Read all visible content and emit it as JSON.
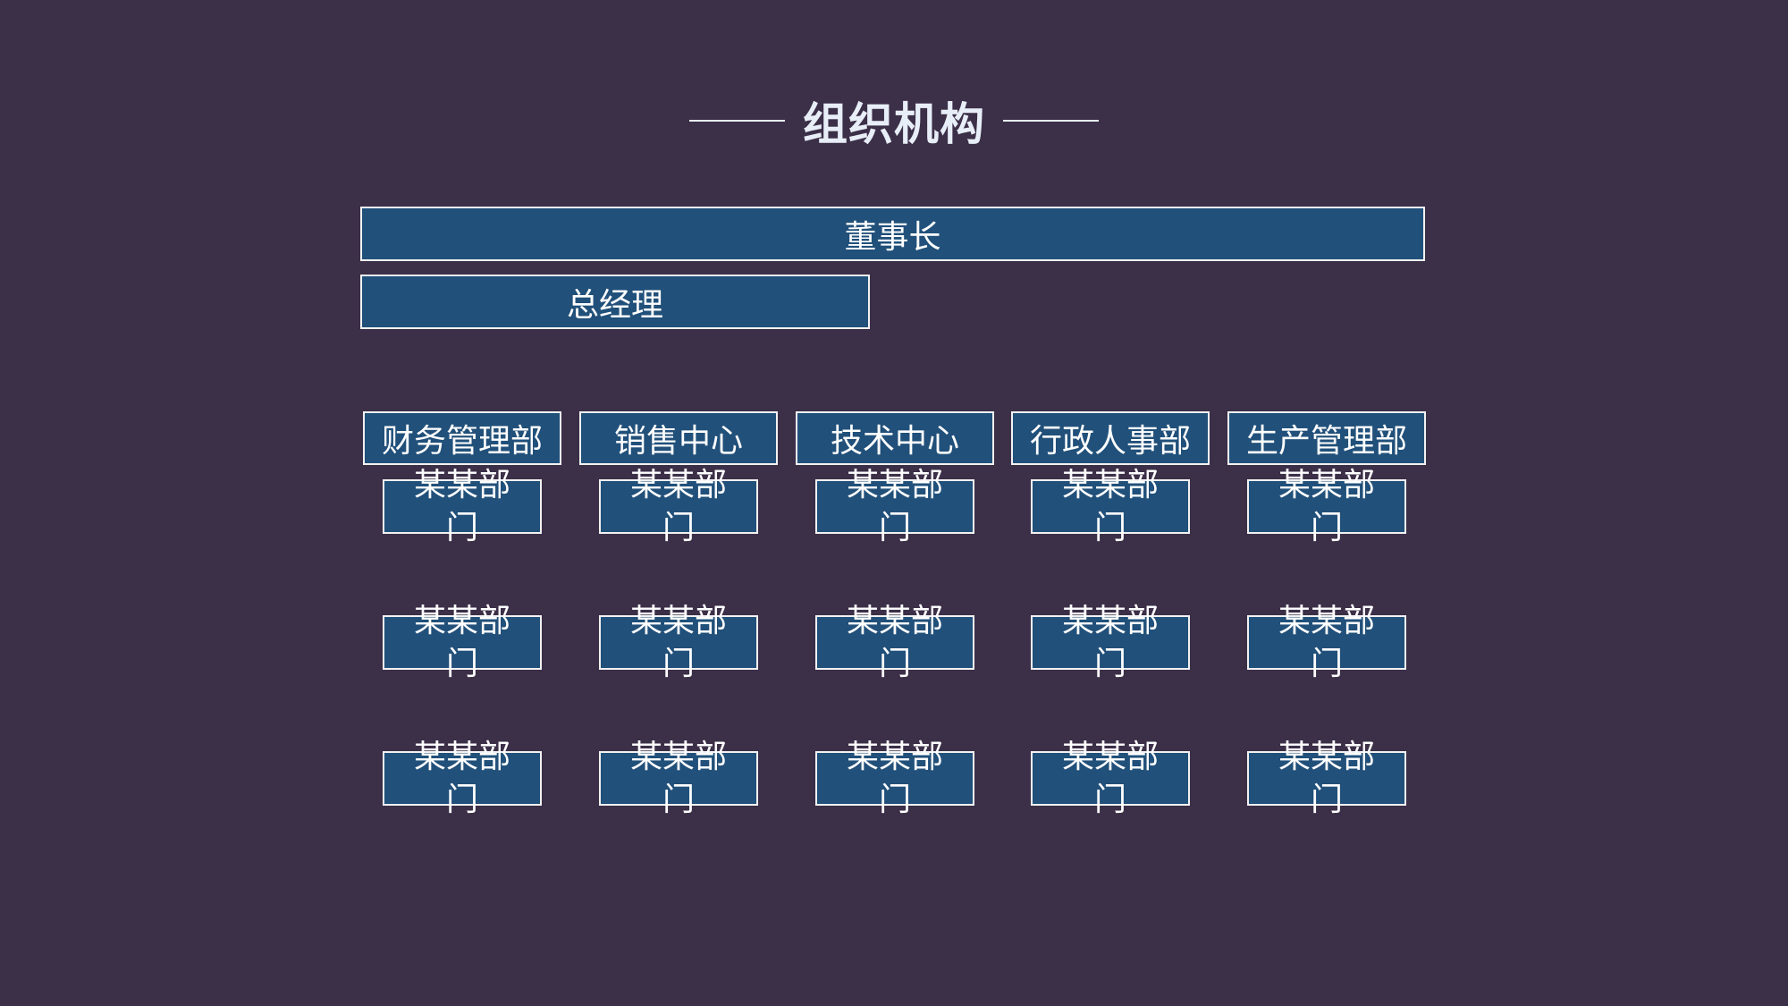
{
  "title": "组织机构",
  "chairman": {
    "label": "董事长"
  },
  "general_manager": {
    "label": "总经理"
  },
  "departments": [
    {
      "label": "财务管理部",
      "units": [
        "某某部门",
        "某某部门",
        "某某部门"
      ]
    },
    {
      "label": "销售中心",
      "units": [
        "某某部门",
        "某某部门",
        "某某部门"
      ]
    },
    {
      "label": "技术中心",
      "units": [
        "某某部门",
        "某某部门",
        "某某部门"
      ]
    },
    {
      "label": "行政人事部",
      "units": [
        "某某部门",
        "某某部门",
        "某某部门"
      ]
    },
    {
      "label": "生产管理部",
      "units": [
        "某某部门",
        "某某部门",
        "某某部门"
      ]
    }
  ],
  "colors": {
    "background": "#3c2f48",
    "box_fill": "#21507a",
    "box_border": "#f2f2f2",
    "text": "#ffffff"
  }
}
